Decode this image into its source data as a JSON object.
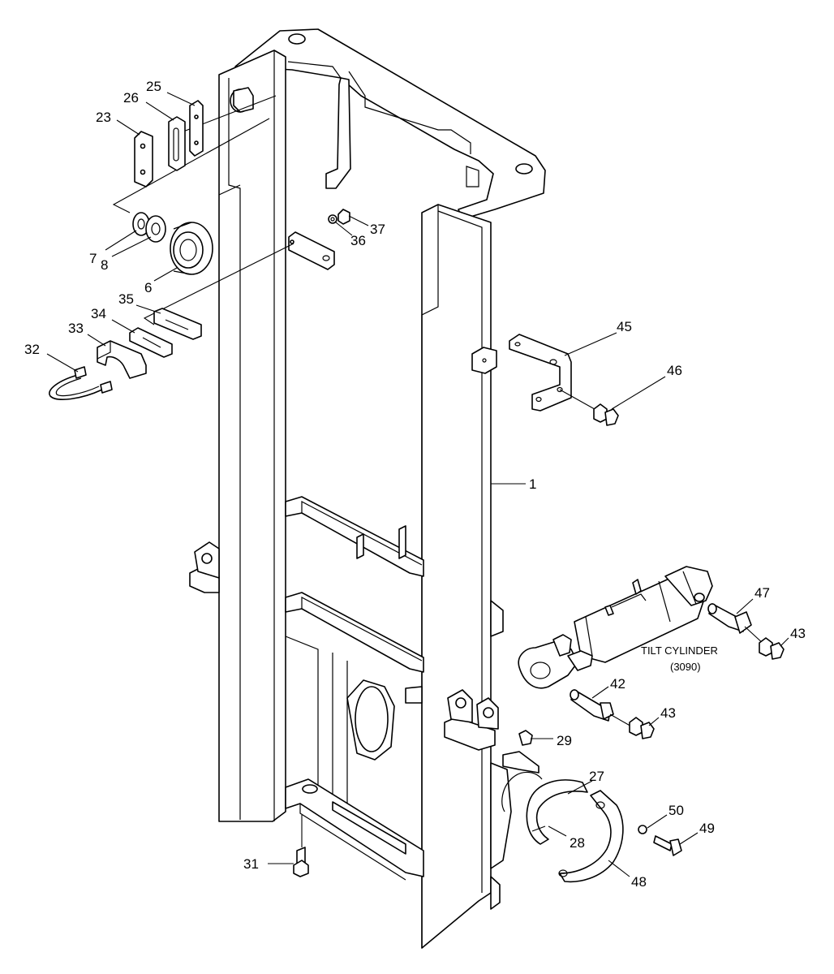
{
  "diagram": {
    "callouts": {
      "p1": "1",
      "p6": "6",
      "p7": "7",
      "p8": "8",
      "p23": "23",
      "p25": "25",
      "p26": "26",
      "p27": "27",
      "p28": "28",
      "p29": "29",
      "p31": "31",
      "p32": "32",
      "p33": "33",
      "p34": "34",
      "p35": "35",
      "p36": "36",
      "p37": "37",
      "p42": "42",
      "p43a": "43",
      "p43b": "43",
      "p45": "45",
      "p46": "46",
      "p47": "47",
      "p48": "48",
      "p49": "49",
      "p50": "50"
    },
    "tilt_cylinder": {
      "title": "TILT CYLINDER",
      "ref": "(3090)"
    }
  }
}
